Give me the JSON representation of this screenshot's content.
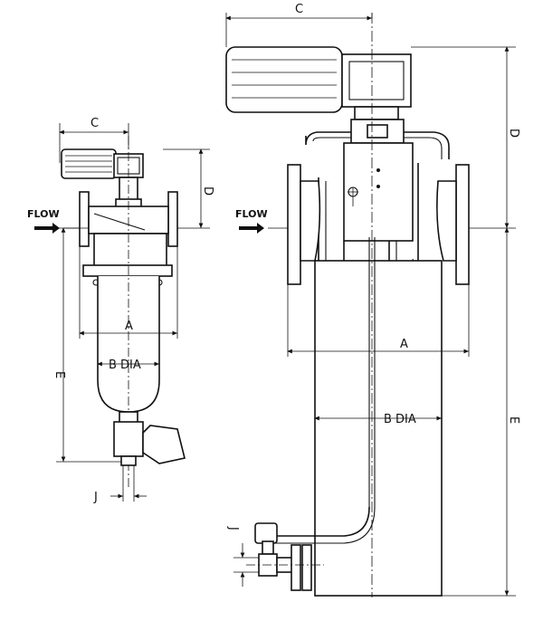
{
  "left_view": {
    "flow_label": "FLOW",
    "dim_a": "A",
    "dim_b": "B  DIA",
    "dim_c": "C",
    "dim_d": "D",
    "dim_e": "E",
    "dim_j": "J"
  },
  "right_view": {
    "flow_label": "FLOW",
    "dim_a": "A",
    "dim_b": "B  DIA",
    "dim_c": "C",
    "dim_d": "D",
    "dim_e": "E",
    "dim_j": "J"
  }
}
